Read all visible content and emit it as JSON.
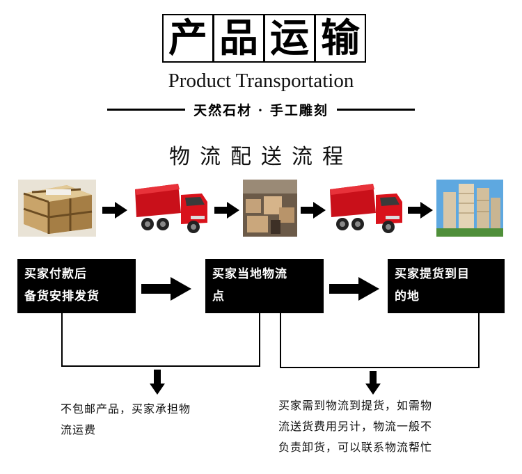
{
  "header": {
    "title_chars": [
      "产",
      "品",
      "运",
      "输"
    ],
    "subtitle_en": "Product Transportation",
    "tagline": "天然石材 · 手工雕刻"
  },
  "flow": {
    "title": "物流配送流程",
    "stages": [
      {
        "line1": "买家付款后",
        "line2": "备货安排发货"
      },
      {
        "line1": "买家当地物流",
        "line2": "点"
      },
      {
        "line1": "买家提货到目",
        "line2": "的地"
      }
    ],
    "notes": {
      "left": [
        "不包邮产品，买家承担物",
        "流运费"
      ],
      "right": [
        "买家需到物流到提货，如需物",
        "流送货费用另计，物流一般不",
        "负责卸货，可以联系物流帮忙"
      ]
    }
  },
  "images": [
    {
      "icon": "packed-stone-crate-icon"
    },
    {
      "icon": "red-truck-icon"
    },
    {
      "icon": "warehouse-icon"
    },
    {
      "icon": "red-truck-icon"
    },
    {
      "icon": "buildings-icon"
    }
  ],
  "colors": {
    "truck_red": "#d9121b",
    "box_black": "#000000",
    "sky_blue": "#5ea8e0"
  }
}
